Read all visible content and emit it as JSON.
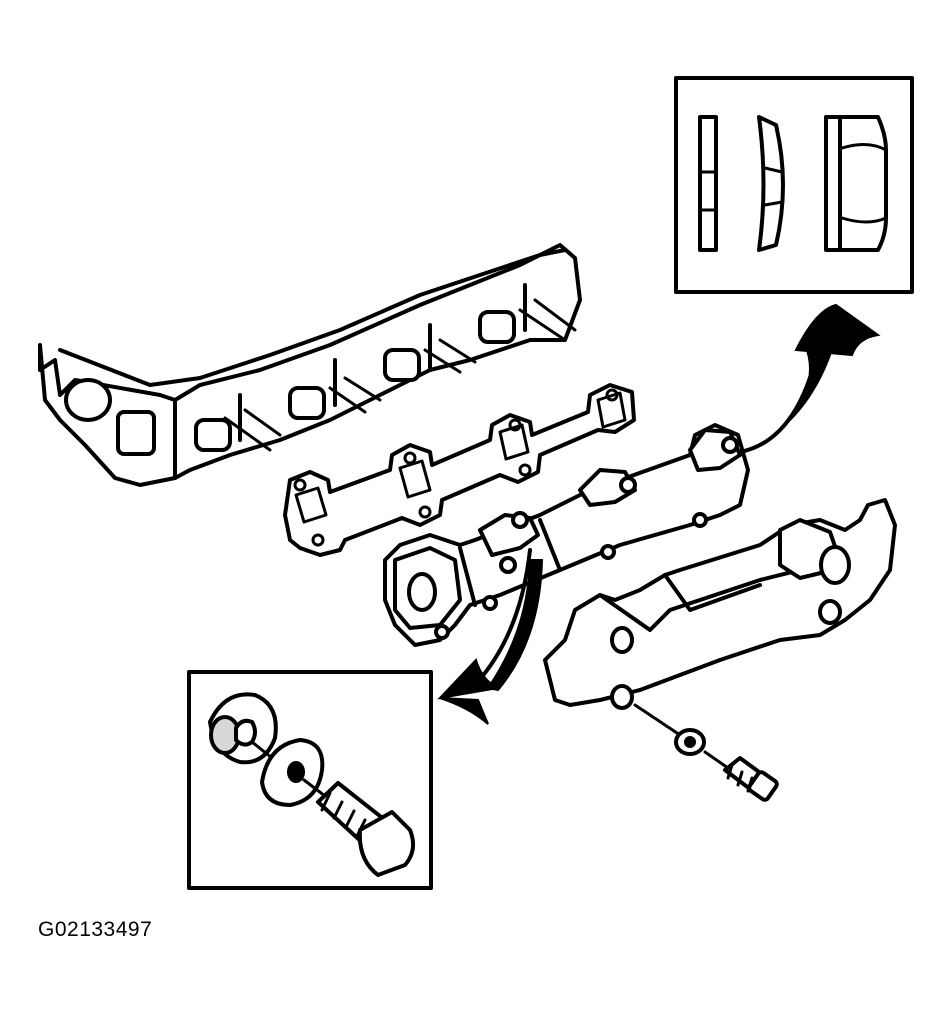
{
  "figure": {
    "code": "G02133497",
    "colors": {
      "line": "#000000",
      "background": "#ffffff"
    },
    "parts": [
      "cylinder-head",
      "exhaust-manifold-gasket",
      "exhaust-manifold",
      "heat-shield",
      "inset-nut-washer-detail",
      "inset-bolt-washer-detail"
    ]
  }
}
